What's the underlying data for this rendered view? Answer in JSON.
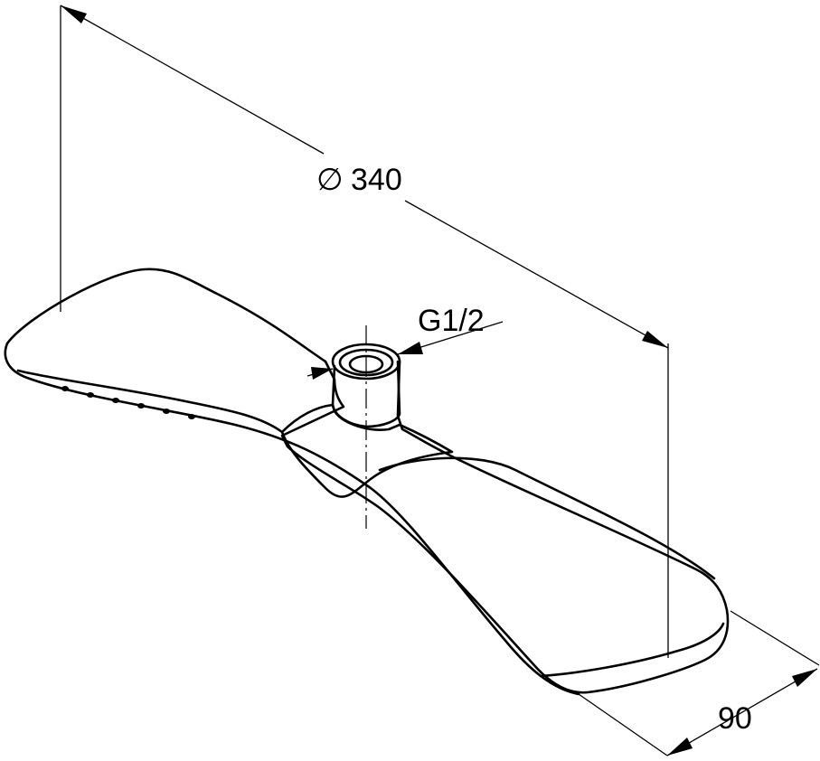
{
  "dimensions": {
    "diameter_symbol": "∅",
    "diameter_value": "340",
    "thread": "G1/2",
    "height": "90"
  },
  "colors": {
    "line": "#000000",
    "background": "#ffffff"
  }
}
